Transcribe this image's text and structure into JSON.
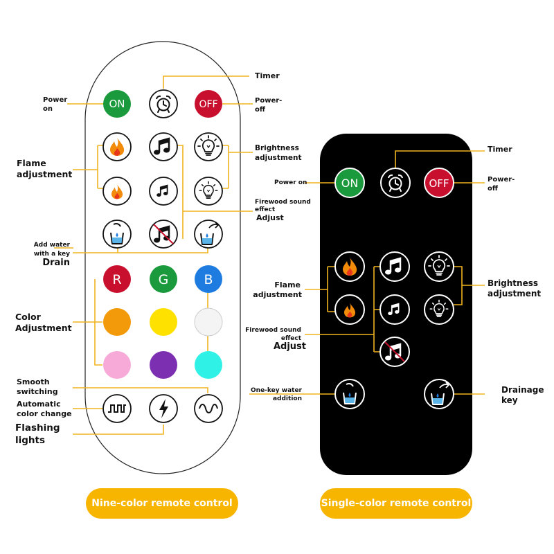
{
  "colors": {
    "connector": "#f0b41e",
    "on_green": "#1a9a3c",
    "off_red": "#c8102e",
    "pill": "#f7b500",
    "swatches": [
      "#f29a0a",
      "#ffe100",
      "#f4f4f4",
      "#f7a9d8",
      "#7d2fb1",
      "#30f1e6"
    ],
    "rgb": [
      "#c8102e",
      "#1a9a3c",
      "#1e7be0"
    ]
  },
  "nine_color": {
    "on": "ON",
    "off": "OFF",
    "r": "R",
    "g": "G",
    "b": "B",
    "labels": {
      "timer": "Timer",
      "power_on": [
        "Power",
        "on"
      ],
      "power_off": [
        "Power-",
        "off"
      ],
      "flame": [
        "Flame",
        "adjustment"
      ],
      "brightness": [
        "Brightness",
        "adjustment"
      ],
      "firewood": [
        "Firewood sound",
        "effect",
        "Adjust"
      ],
      "water": [
        "Add water",
        "with a key"
      ],
      "drain": "Drain",
      "color": [
        "Color",
        "Adjustment"
      ],
      "smooth": [
        "Smooth",
        "switching"
      ],
      "auto": [
        "Automatic",
        "color change"
      ],
      "flash": [
        "Flashing",
        "lights"
      ]
    },
    "caption": "Nine-color remote control"
  },
  "single_color": {
    "on": "ON",
    "off": "OFF",
    "labels": {
      "timer": "Timer",
      "power_on": "Power on",
      "power_off": [
        "Power-",
        "off"
      ],
      "flame": [
        "Flame",
        "adjustment"
      ],
      "brightness": [
        "Brightness",
        "adjustment"
      ],
      "firewood": [
        "Firewood sound",
        "effect",
        "Adjust"
      ],
      "water": [
        "One-key water",
        "addition"
      ],
      "drainage": [
        "Drainage",
        "key"
      ]
    },
    "caption": "Single-color remote control"
  },
  "icons": [
    "alarm-clock-icon",
    "flame-high-icon",
    "flame-low-icon",
    "music-note-large-icon",
    "music-note-small-icon",
    "mute-music-icon",
    "bulb-bright-icon",
    "bulb-dim-icon",
    "water-add-icon",
    "water-drain-icon",
    "square-wave-icon",
    "lightning-icon",
    "sine-wave-icon"
  ]
}
